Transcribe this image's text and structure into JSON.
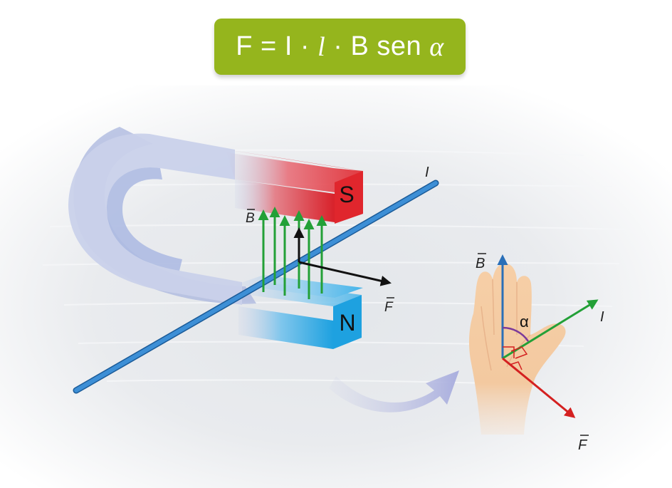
{
  "formula": {
    "parts": [
      "F",
      " = ",
      "I",
      " · ",
      "l",
      " · ",
      "B",
      " sen ",
      "α"
    ],
    "background_color": "#95b51d"
  },
  "magnet": {
    "south_pole_label": "S",
    "north_pole_label": "N",
    "south_color": "#e0262d",
    "north_color": "#1ea1e0"
  },
  "magnet_labels": {
    "field": "B",
    "force": "F",
    "current": "I"
  },
  "hand_labels": {
    "field": "B",
    "current": "I",
    "force": "F",
    "angle": "α"
  },
  "colors": {
    "field_arrows": "#23a037",
    "wire": "#2f7fc8",
    "hand_field_vector": "#2a6fb8",
    "hand_current_vector": "#23a037",
    "hand_force_vector": "#d42020",
    "angle_arc": "#7b3a9a"
  }
}
